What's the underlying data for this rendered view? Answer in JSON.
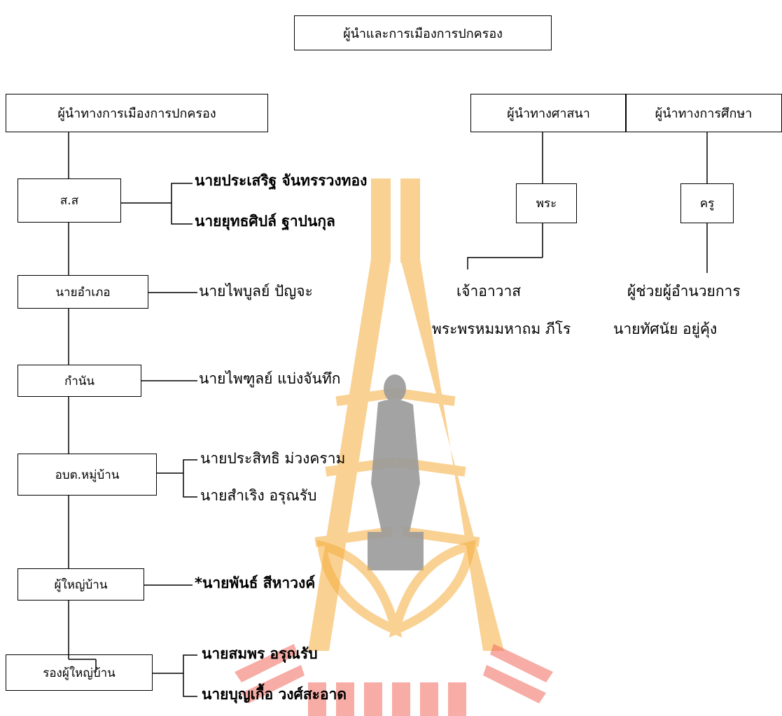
{
  "title": "ผู้นำและการเมืองการปกครอง",
  "political": {
    "header": "ผู้นำทางการเมืองการปกครอง",
    "levels": [
      {
        "label": "ส.ส",
        "people": [
          "นายประเสริฐ  จันทรรวงทอง",
          "นายยุทธศิปล์  ฐาปนกุล"
        ]
      },
      {
        "label": "นายอำเภอ",
        "people": [
          "นายไพบูลย์  ปัญจะ"
        ]
      },
      {
        "label": "กำนัน",
        "people": [
          "นายไพฑูลย์ แบ่งจันทึก"
        ]
      },
      {
        "label": "อบต.หมู่บ้าน",
        "people": [
          "นายประสิทธิ ม่วงคราม",
          "นายสำเริง       อรุณรับ"
        ]
      },
      {
        "label": "ผู้ใหญ่บ้าน",
        "people": [
          "*นายพันธ์       สีหาวงค์"
        ]
      },
      {
        "label": "รองผู้ใหญ่บ้าน",
        "people": [
          "นายสมพร     อรุณรับ",
          "นายบุญเกื้อ   วงศ์สะอาด"
        ]
      }
    ]
  },
  "religious": {
    "header": "ผู้นำทางศาสนา",
    "box": "พระ",
    "role": "เจ้าอาวาส",
    "person": "พระพรหมมหาถม ภีโร"
  },
  "education": {
    "header": "ผู้นำทางการศึกษา",
    "box": "ครู",
    "role": "ผู้ช่วยผู้อำนวยการ",
    "person": "นายทัศนัย อยู่คุ้ง"
  }
}
